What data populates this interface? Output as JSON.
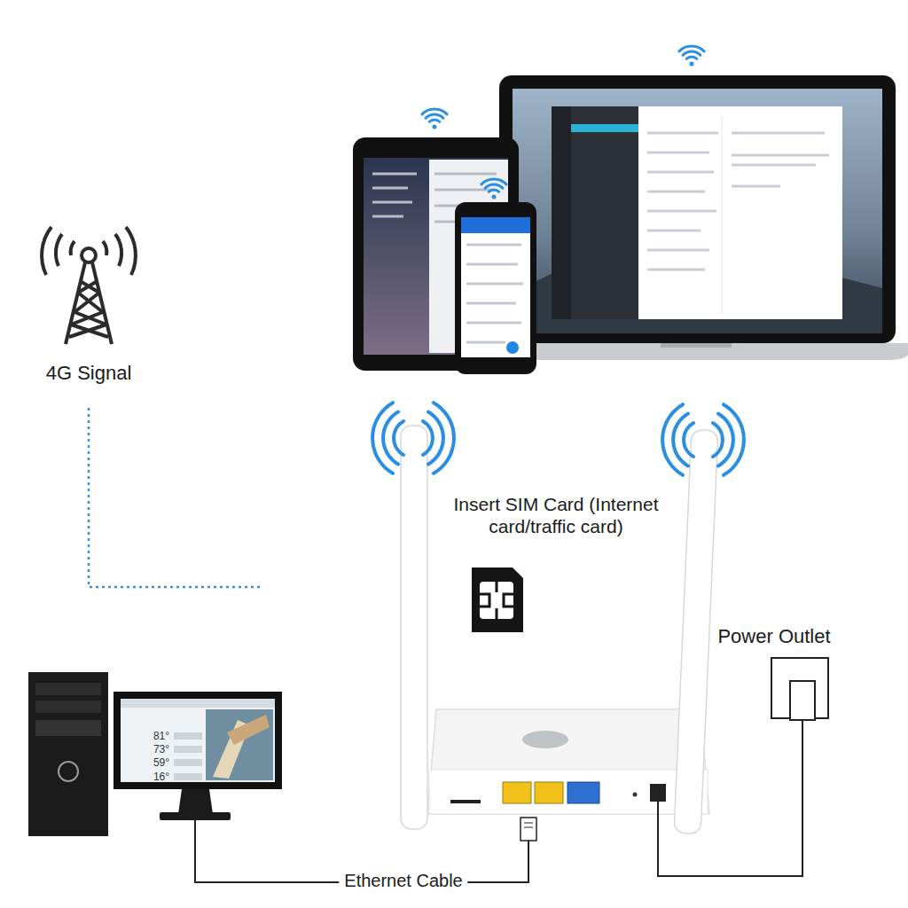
{
  "diagram": {
    "labels": [
      "4G Signal",
      "Insert SIM Card (Internet card/traffic card)",
      "Power Outlet",
      "Ethernet Cable",
      "81°",
      "73°",
      "59°",
      "16°"
    ]
  }
}
